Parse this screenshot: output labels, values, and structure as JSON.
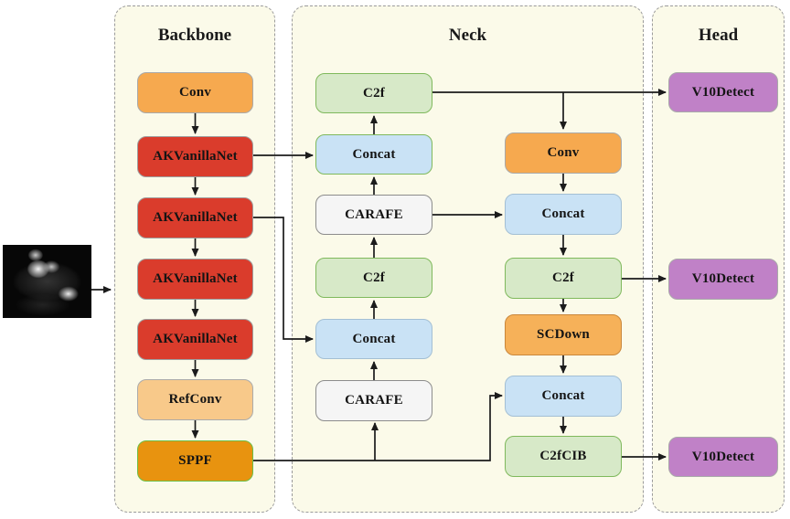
{
  "backbone": {
    "title": "Backbone",
    "nodes": [
      {
        "label": "Conv",
        "type": "conv"
      },
      {
        "label": "AKVanillaNet",
        "type": "akvanilla"
      },
      {
        "label": "AKVanillaNet",
        "type": "akvanilla"
      },
      {
        "label": "AKVanillaNet",
        "type": "akvanilla"
      },
      {
        "label": "AKVanillaNet",
        "type": "akvanilla"
      },
      {
        "label": "RefConv",
        "type": "refconv"
      },
      {
        "label": "SPPF",
        "type": "sppf"
      }
    ]
  },
  "neck": {
    "title": "Neck",
    "left_nodes": [
      {
        "label": "C2f",
        "type": "c2f"
      },
      {
        "label": "Concat",
        "type": "concat_green"
      },
      {
        "label": "CARAFE",
        "type": "carafe"
      },
      {
        "label": "C2f",
        "type": "c2f"
      },
      {
        "label": "Concat",
        "type": "concat"
      },
      {
        "label": "CARAFE",
        "type": "carafe"
      }
    ],
    "right_nodes": [
      {
        "label": "Conv",
        "type": "conv"
      },
      {
        "label": "Concat",
        "type": "concat"
      },
      {
        "label": "C2f",
        "type": "c2f"
      },
      {
        "label": "SCDown",
        "type": "scdown"
      },
      {
        "label": "Concat",
        "type": "concat"
      },
      {
        "label": "C2fCIB",
        "type": "c2f"
      }
    ]
  },
  "head": {
    "title": "Head",
    "nodes": [
      {
        "label": "V10Detect",
        "type": "v10"
      },
      {
        "label": "V10Detect",
        "type": "v10"
      },
      {
        "label": "V10Detect",
        "type": "v10"
      }
    ]
  },
  "input_image": {
    "name": "mri-scan-input"
  },
  "palette": {
    "panel": {
      "fill": "#FBFAE9",
      "border": "#9B9B9B"
    },
    "arrow": "#1b1b1b",
    "conv": {
      "fill": "#F6A94F",
      "border": "#A9A9A9"
    },
    "akvanilla": {
      "fill": "#DA3C2C",
      "border": "#9E9E9E"
    },
    "refconv": {
      "fill": "#F8C98A",
      "border": "#ABABAB"
    },
    "sppf": {
      "fill": "#E8930F",
      "border": "#6DBE45"
    },
    "c2f": {
      "fill": "#D7E9C8",
      "border": "#7FB95C"
    },
    "concat": {
      "fill": "#C9E2F5",
      "border": "#A3BFD4"
    },
    "concat_green": {
      "fill": "#C9E2F5",
      "border": "#7FB95C"
    },
    "carafe": {
      "fill": "#F5F5F5",
      "border": "#8C8C8C"
    },
    "scdown": {
      "fill": "#F6B159",
      "border": "#C9873B"
    },
    "v10": {
      "fill": "#C081C7",
      "border": "#A9A9A9"
    }
  }
}
